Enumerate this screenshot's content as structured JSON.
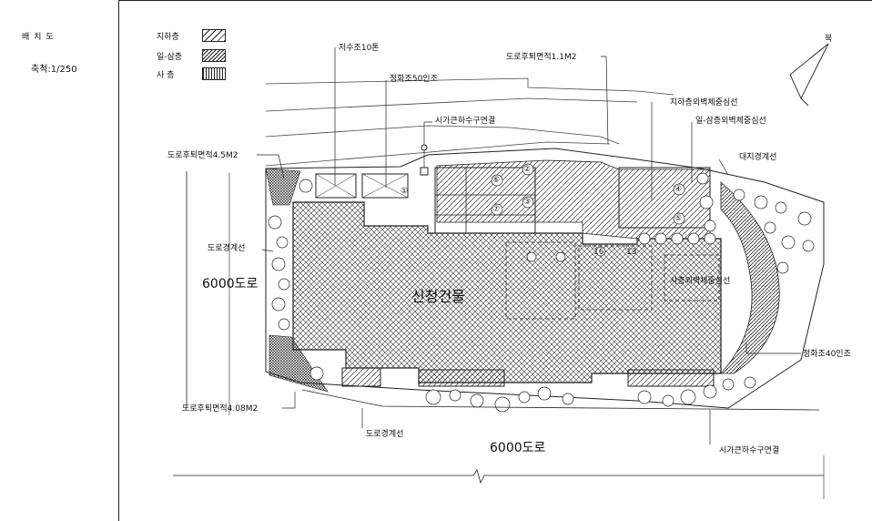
{
  "sheet": {
    "title": "배 치 도",
    "scale": "축척:1/250"
  },
  "legend": [
    {
      "label": "지하층"
    },
    {
      "label": "일-삼층"
    },
    {
      "label": "사   층"
    }
  ],
  "north_label": "북",
  "labels": {
    "water_tank": "저수조10톤",
    "septic_50": "정화조50인조",
    "sewer_top": "시가큰하수구연결",
    "road_area_top": "도로후퇴면적1.1M2",
    "basement_wall": "지하층외벽체중심선",
    "floors_1_3_wall": "일-삼층외벽체중심선",
    "site_boundary": "대지경계선",
    "road_area_left": "도로후퇴면적4.5M2",
    "road_boundary_left": "도로경계선",
    "road_left": "6000도로",
    "new_building": "신청건물",
    "floor4_wall": "사층외벽체중심선",
    "septic_40": "정화조40인조",
    "road_area_bottom": "도로후퇴면적4.08M2",
    "road_boundary_bottom": "도로경계선",
    "road_bottom": "6000도로",
    "sewer_bottom": "시가큰하수구연결",
    "mark_1": "①",
    "mark_2": "②",
    "mark_3": "③",
    "mark_4": "④",
    "mark_5": "⑤",
    "mark_6": "⑥",
    "mark_7": "⑦",
    "mark_13": "13",
    "mark_16": "16"
  }
}
